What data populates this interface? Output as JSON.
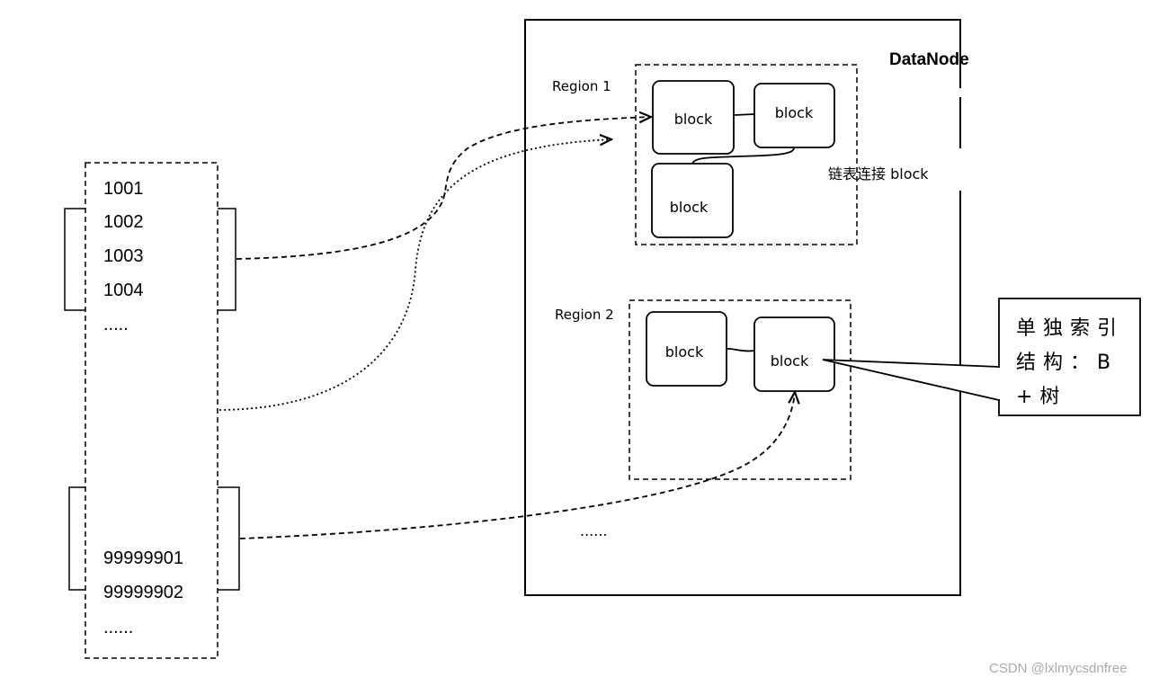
{
  "keys_top": [
    "1001",
    "1002",
    "1003",
    "1004",
    "....."
  ],
  "keys_bottom": [
    "99999901",
    "99999902",
    "......"
  ],
  "datanode": {
    "title": "DataNode",
    "ellipsis": "......"
  },
  "region1": {
    "label": "Region 1",
    "blocks": [
      "block",
      "block",
      "block"
    ],
    "link_note": "链表连接 block"
  },
  "region2": {
    "label": "Region 2",
    "blocks": [
      "block",
      "block"
    ]
  },
  "index_callout": {
    "text": "单独索引结构：B+树"
  },
  "watermark": "CSDN @lxlmycsdnfree"
}
